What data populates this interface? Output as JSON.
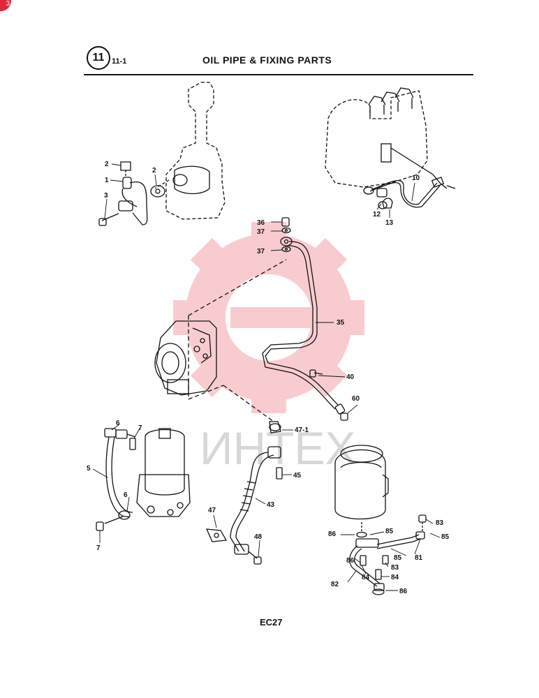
{
  "header": {
    "section_number": "11",
    "section_code": "11-1",
    "title": "OIL PIPE & FIXING PARTS"
  },
  "footer": {
    "page_code": "EC27"
  },
  "corner_badge": {
    "text": "3"
  },
  "watermark": {
    "text": "ИНТЕХ",
    "color": "#f4a3a8"
  },
  "callouts": {
    "c1": "1",
    "c2a": "2",
    "c2b": "2",
    "c3": "3",
    "c10": "10",
    "c12": "12",
    "c13": "13",
    "c36": "36",
    "c37a": "37",
    "c37b": "37",
    "c35": "35",
    "c40": "40",
    "c60": "60",
    "c6a": "6",
    "c7a": "7",
    "c5": "5",
    "c6b": "6",
    "c7b": "7",
    "c47_1": "47-1",
    "c45": "45",
    "c43": "43",
    "c47": "47",
    "c48": "48",
    "c83a": "83",
    "c86a": "86",
    "c85a": "85",
    "c85b": "85",
    "c85c": "85",
    "c81": "81",
    "c86b": "86",
    "c84a": "84",
    "c83b": "83",
    "c84b": "84",
    "c82": "82",
    "c86c": "86"
  }
}
